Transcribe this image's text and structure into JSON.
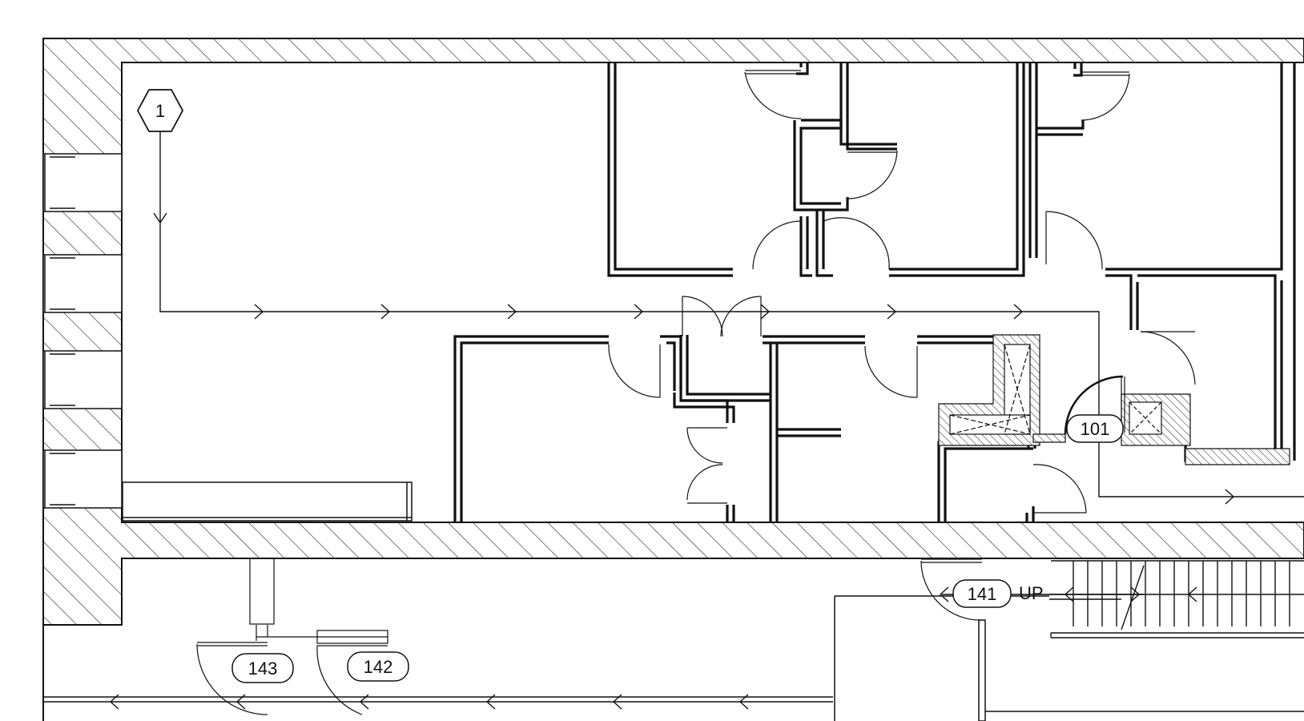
{
  "plan": {
    "section_marker": "1",
    "room_tags": [
      "101",
      "141",
      "143",
      "142"
    ],
    "stair_direction": "UP"
  },
  "colors": {
    "line": "#111111",
    "background": "#ffffff"
  }
}
